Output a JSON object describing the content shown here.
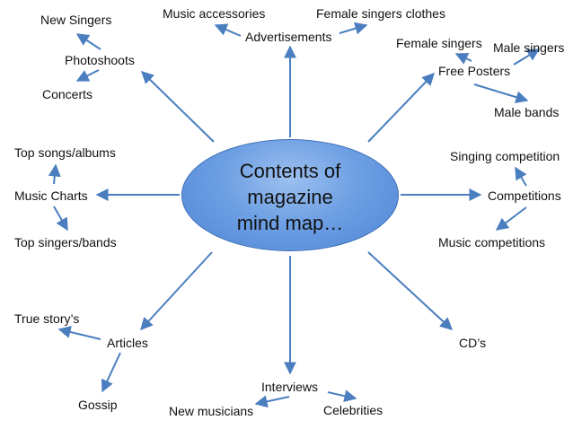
{
  "center": {
    "line1": "Contents of",
    "line2": "magazine",
    "line3": "mind map…"
  },
  "branches": {
    "photoshoots": {
      "label": "Photoshoots",
      "children": [
        "New Singers",
        "Concerts"
      ]
    },
    "advertisements": {
      "label": "Advertisements",
      "children": [
        "Music accessories",
        "Female singers clothes"
      ]
    },
    "free_posters": {
      "label": "Free Posters",
      "children": [
        "Female singers",
        "Male singers",
        "Male bands"
      ]
    },
    "music_charts": {
      "label": "Music Charts",
      "children": [
        "Top songs/albums",
        "Top singers/bands"
      ]
    },
    "competitions": {
      "label": "Competitions",
      "children": [
        "Singing competition",
        "Music competitions"
      ]
    },
    "articles": {
      "label": "Articles",
      "children": [
        "True story’s",
        "Gossip"
      ]
    },
    "interviews": {
      "label": "Interviews",
      "children": [
        "New musicians",
        "Celebrities"
      ]
    },
    "cds": {
      "label": "CD’s",
      "children": []
    }
  },
  "colors": {
    "arrow": "#4a7ebf",
    "node_fill": "#6d9fe3",
    "node_border": "#3f6fb5"
  }
}
